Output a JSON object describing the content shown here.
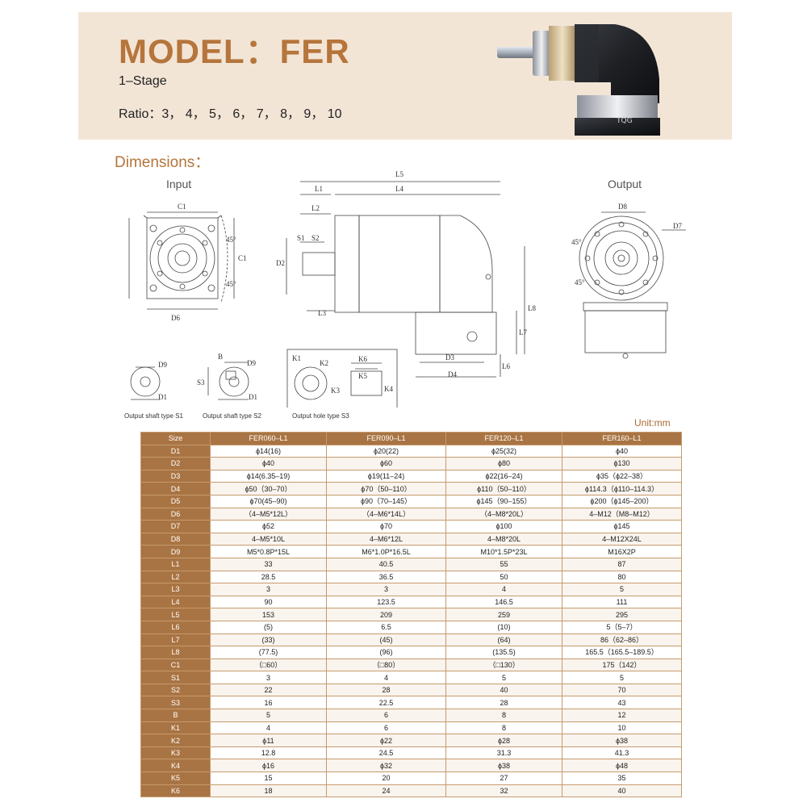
{
  "header": {
    "title": "MODEL：FER",
    "stage": "1–Stage",
    "ratio": "Ratio：3， 4， 5， 6， 7， 8， 9， 10",
    "brand_mark": "TQG"
  },
  "dimensions": {
    "title": "Dimensions：",
    "input_label": "Input",
    "output_label": "Output",
    "labels": {
      "C1": "C1",
      "D6": "D6",
      "D2": "D2",
      "L1": "L1",
      "L2": "L2",
      "L3": "L3",
      "L4": "L4",
      "L5": "L5",
      "L6": "L6",
      "L7": "L7",
      "L8": "L8",
      "S1": "S1",
      "S2": "S2",
      "D3": "D3",
      "D4": "D4",
      "D7": "D7",
      "D8": "D8",
      "D9": "D9",
      "D1": "D1",
      "B": "B",
      "S3": "S3",
      "K1": "K1",
      "K2": "K2",
      "K3": "K3",
      "K4": "K4",
      "K5": "K5",
      "K6": "K6",
      "deg45": "45°"
    },
    "captions": [
      "Output shaft type S1",
      "Output shaft type S2",
      "Output hole type S3"
    ],
    "unit": "Unit:mm"
  },
  "table": {
    "header": [
      "Size",
      "FER060–L1",
      "FER090–L1",
      "FER120–L1",
      "FER160–L1"
    ],
    "rows": [
      [
        "D1",
        "ϕ14(16)",
        "ϕ20(22)",
        "ϕ25(32)",
        "ϕ40"
      ],
      [
        "D2",
        "ϕ40",
        "ϕ60",
        "ϕ80",
        "ϕ130"
      ],
      [
        "D3",
        "ϕ14(6.35–19)",
        "ϕ19(11–24)",
        "ϕ22(16–24)",
        "ϕ35（ϕ22–38）"
      ],
      [
        "D4",
        "ϕ50（30–70）",
        "ϕ70（50–110）",
        "ϕ110（50–110）",
        "ϕ114.3（ϕ110–114.3）"
      ],
      [
        "D5",
        "ϕ70(45–90)",
        "ϕ90（70–145）",
        "ϕ145（90–155）",
        "ϕ200（ϕ145–200）"
      ],
      [
        "D6",
        "（4–M5*12L）",
        "（4–M6*14L）",
        "（4–M8*20L）",
        "4–M12（M8–M12）"
      ],
      [
        "D7",
        "ϕ52",
        "ϕ70",
        "ϕ100",
        "ϕ145"
      ],
      [
        "D8",
        "4–M5*10L",
        "4–M6*12L",
        "4–M8*20L",
        "4–M12X24L"
      ],
      [
        "D9",
        "M5*0.8P*15L",
        "M6*1.0P*16.5L",
        "M10*1.5P*23L",
        "M16X2P"
      ],
      [
        "L1",
        "33",
        "40.5",
        "55",
        "87"
      ],
      [
        "L2",
        "28.5",
        "36.5",
        "50",
        "80"
      ],
      [
        "L3",
        "3",
        "3",
        "4",
        "5"
      ],
      [
        "L4",
        "90",
        "123.5",
        "146.5",
        "111"
      ],
      [
        "L5",
        "153",
        "209",
        "259",
        "295"
      ],
      [
        "L6",
        "(5)",
        "6.5",
        "(10)",
        "5（5–7）"
      ],
      [
        "L7",
        "(33)",
        "(45)",
        "(64)",
        "86（62–86）"
      ],
      [
        "L8",
        "(77.5)",
        "(96)",
        "(135.5)",
        "165.5（165.5–189.5）"
      ],
      [
        "C1",
        "（□60）",
        "（□80）",
        "（□130）",
        "175（142）"
      ],
      [
        "S1",
        "3",
        "4",
        "5",
        "5"
      ],
      [
        "S2",
        "22",
        "28",
        "40",
        "70"
      ],
      [
        "S3",
        "16",
        "22.5",
        "28",
        "43"
      ],
      [
        "B",
        "5",
        "6",
        "8",
        "12"
      ],
      [
        "K1",
        "4",
        "6",
        "8",
        "10"
      ],
      [
        "K2",
        "ϕ11",
        "ϕ22",
        "ϕ28",
        "ϕ38"
      ],
      [
        "K3",
        "12.8",
        "24.5",
        "31.3",
        "41.3"
      ],
      [
        "K4",
        "ϕ16",
        "ϕ32",
        "ϕ38",
        "ϕ48"
      ],
      [
        "K5",
        "15",
        "20",
        "27",
        "35"
      ],
      [
        "K6",
        "18",
        "24",
        "32",
        "40"
      ]
    ]
  },
  "colors": {
    "accent": "#b5753b",
    "banner_bg": "#f3e5d6",
    "table_header_bg": "#a97443",
    "table_border": "#c59a6d"
  }
}
